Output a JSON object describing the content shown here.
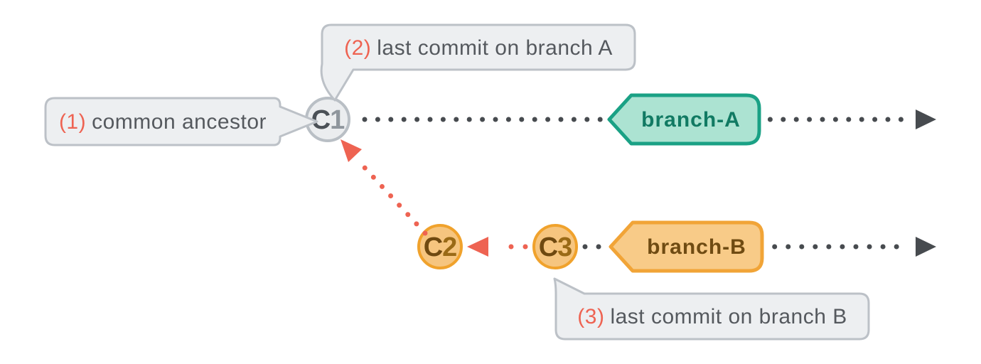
{
  "callouts": {
    "ancestor": {
      "number": "(1)",
      "text": "common ancestor"
    },
    "branch_a_tip": {
      "number": "(2)",
      "text": "last commit on branch A"
    },
    "branch_b_tip": {
      "number": "(3)",
      "text": "last commit on branch B"
    }
  },
  "commits": {
    "c1": {
      "letter": "C",
      "digit": "1"
    },
    "c2": {
      "letter": "C",
      "digit": "2"
    },
    "c3": {
      "letter": "C",
      "digit": "3"
    }
  },
  "branches": {
    "a": {
      "label": "branch-A"
    },
    "b": {
      "label": "branch-B"
    }
  },
  "colors": {
    "background": "#FFFFFF",
    "callout_fill": "#EDEFF1",
    "callout_border": "#BCC1C7",
    "callout_text": "#55595E",
    "callout_number": "#EE6352",
    "timeline_dot": "#474B4F",
    "timeline_arrow": "#474B4F",
    "parent_pointer": "#EE6352",
    "commit_ancestor_fill": "#EBEDEF",
    "commit_ancestor_border": "#B9BFC5",
    "commit_ancestor_letter": "#4B5157",
    "commit_ancestor_digit": "#8F969D",
    "commit_branch_fill": "#F6C57F",
    "commit_branch_border": "#F0A22C",
    "commit_branch_letter": "#6F4910",
    "commit_branch_digit": "#9A6A16",
    "branch_a_fill": "#ACE3D2",
    "branch_a_border": "#1AA185",
    "branch_a_text": "#117A63",
    "branch_b_fill": "#F8CB88",
    "branch_b_border": "#F1A437",
    "branch_b_text": "#6F4B12"
  }
}
